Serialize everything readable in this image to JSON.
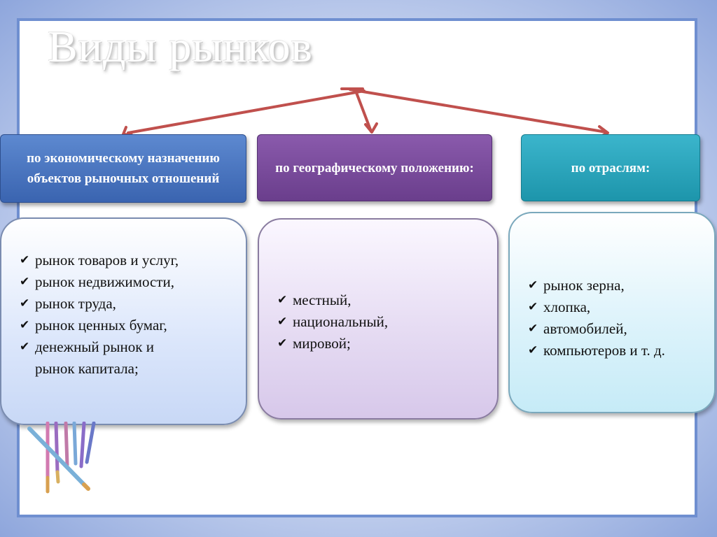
{
  "slide": {
    "title": "Виды рынков"
  },
  "categories": [
    {
      "label": "по экономическому назначению объектов рыночных отношений",
      "color": "#4a77c4"
    },
    {
      "label": "по географическому положению:",
      "color": "#7a4a9c"
    },
    {
      "label": "по отраслям:",
      "color": "#2aa6bd"
    }
  ],
  "lists": [
    {
      "items": [
        "рынок товаров и услуг,",
        "рынок недвижимости,",
        "рынок труда,",
        "рынок ценных бумаг,",
        "денежный рынок и\nрынок капитала;"
      ]
    },
    {
      "items": [
        "местный,",
        "национальный,",
        "мировой;"
      ]
    },
    {
      "items": [
        "рынок зерна,",
        "хлопка,",
        "автомобилей,",
        "компьютеров и т. д."
      ]
    }
  ],
  "icons": {
    "check": "check-icon",
    "arrow": "arrow-icon",
    "pencils": "pencils-icon"
  },
  "colors": {
    "arrow": "#c0504d",
    "frame": "#6f8fd0"
  }
}
